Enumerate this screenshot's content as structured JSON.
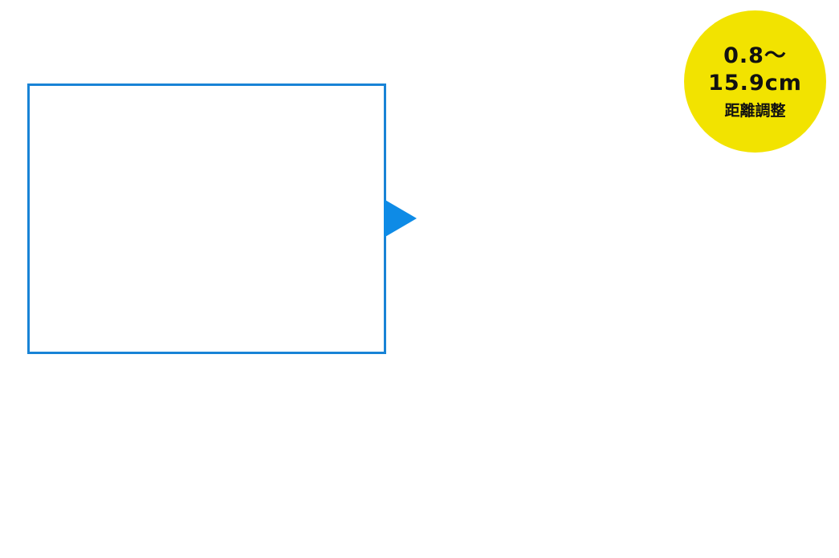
{
  "badge": {
    "line1": "0.8〜",
    "line2": "15.9cm",
    "caption": "距離調整"
  },
  "colors": {
    "frame_border": "#1883d6",
    "pointer": "#0e8be6",
    "badge_background": "#f2e300",
    "badge_text": "#111111"
  }
}
